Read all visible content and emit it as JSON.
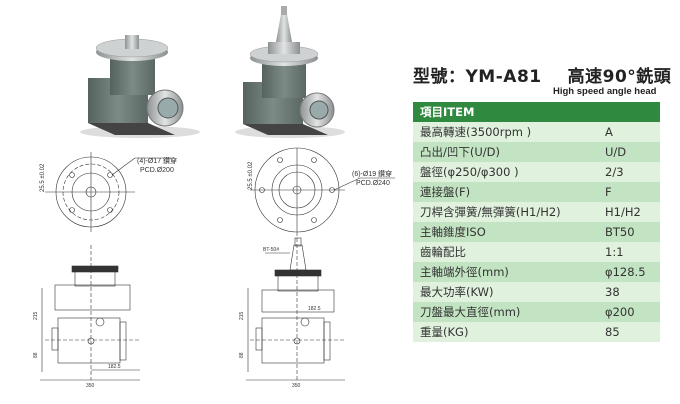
{
  "header": {
    "model_label": "型號：YM-A81",
    "product_name": "高速90°銑頭",
    "subtitle": "High speed angle head"
  },
  "table": {
    "header": "項目ITEM",
    "rows": [
      {
        "item": "最高轉速(3500rpm )",
        "value": "A"
      },
      {
        "item": "凸出/凹下(U/D)",
        "value": "U/D"
      },
      {
        "item": "盤徑(φ250/φ300 )",
        "value": "2/3"
      },
      {
        "item": "連接盤(F)",
        "value": "F"
      },
      {
        "item": "刀桿含彈簧/無彈簧(H1/H2)",
        "value": "H1/H2"
      },
      {
        "item": "主軸錐度ISO",
        "value": "BT50"
      },
      {
        "item": "齒輪配比",
        "value": "1:1"
      },
      {
        "item": "主軸端外徑(mm)",
        "value": "φ128.5"
      },
      {
        "item": "最大功率(KW)",
        "value": "38"
      },
      {
        "item": "刀盤最大直徑(mm)",
        "value": "φ200"
      },
      {
        "item": "重量(KG)",
        "value": "85"
      }
    ]
  },
  "drawings": {
    "left": {
      "holes": "(4)-Ø17 鑽穿",
      "pcd": "PCD.Ø200",
      "tol": "25.5 ±0.02",
      "width": "350",
      "offset": "182.5",
      "height": "215",
      "base": "88"
    },
    "right": {
      "holes": "(6)-Ø19 鑽穿",
      "pcd": "PCD.Ø240",
      "tol": "25.5 ±0.02",
      "taper": "BT-50#",
      "width": "350",
      "offset": "182.5",
      "height": "215",
      "base": "88"
    }
  },
  "colors": {
    "header_green": "#2f8a3f",
    "row_dark": "#c3e4c2",
    "row_light": "#e0f1dd",
    "machine_body": "#6f7d78"
  }
}
